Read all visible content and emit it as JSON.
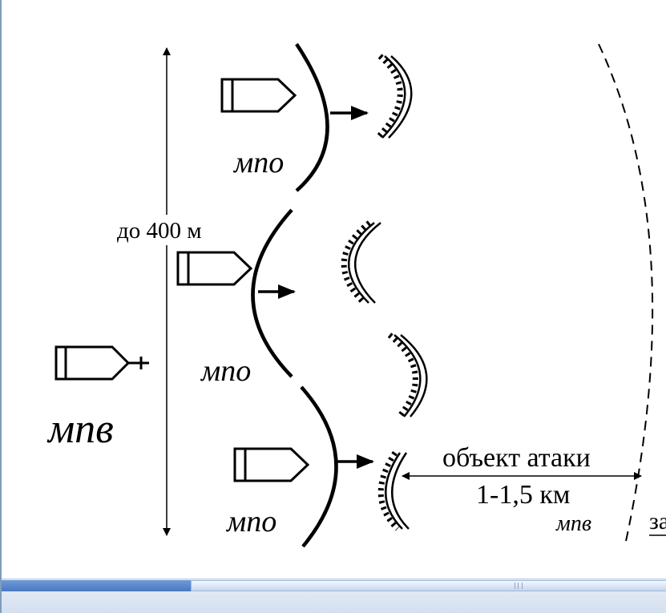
{
  "diagram": {
    "range_label": "до 400 м",
    "reserve_label": "мпв",
    "squad_label": "мпо",
    "object_label": "объект атаки",
    "distance_label": "1-1,5 км",
    "enemy_platoon_label": "мпв",
    "cutoff_text": "за"
  },
  "colors": {
    "ink": "#000000",
    "background": "#ffffff",
    "scrollbar_thumb": "#c7d7ee",
    "scrollbar_track": "#4b78c0"
  },
  "scrollbar": {
    "position_fraction": 0.28
  }
}
